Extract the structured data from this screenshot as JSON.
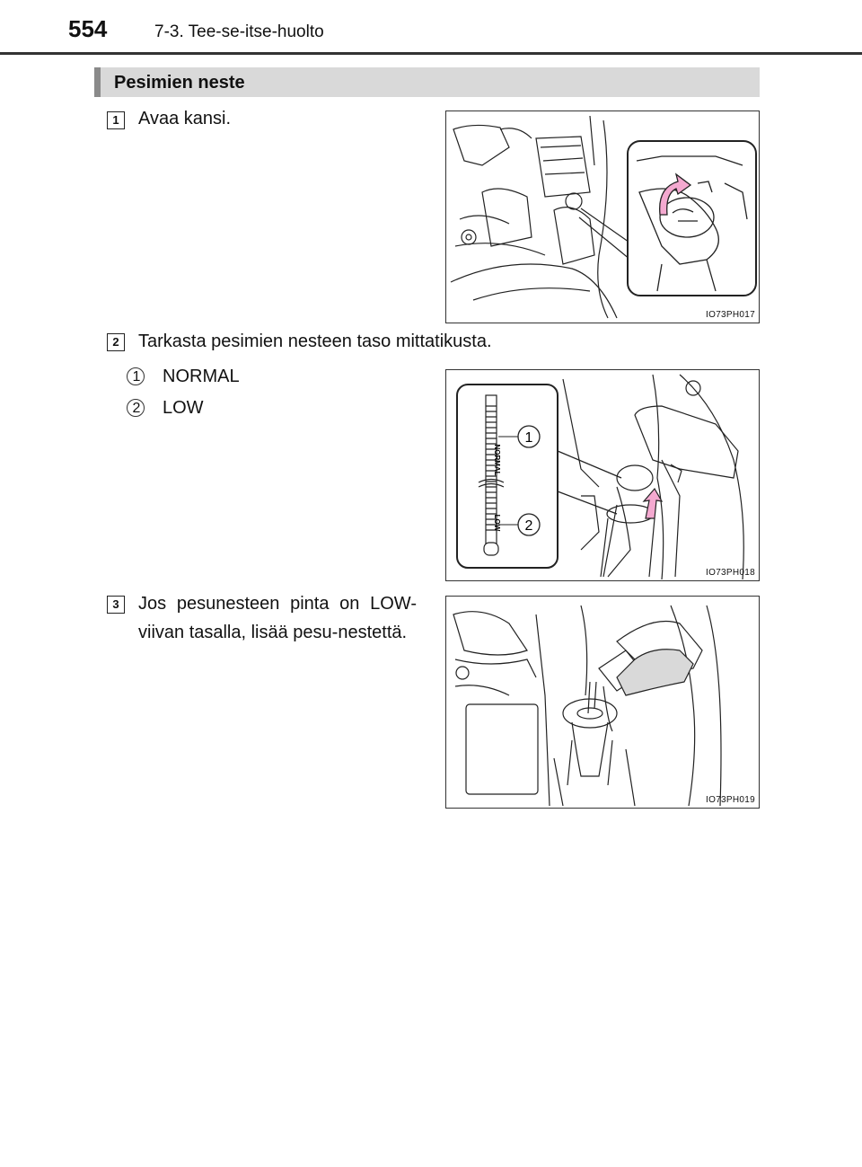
{
  "header": {
    "page_number": "554",
    "section_path": "7-3. Tee-se-itse-huolto"
  },
  "section": {
    "title": "Pesimien neste"
  },
  "steps": [
    {
      "number": "1",
      "text": "Avaa kansi.",
      "figure_code": "IO73PH017"
    },
    {
      "number": "2",
      "text": "Tarkasta pesimien nesteen taso mittatikusta.",
      "items": [
        {
          "number": "1",
          "label": "NORMAL"
        },
        {
          "number": "2",
          "label": "LOW"
        }
      ],
      "figure_code": "IO73PH018",
      "dipstick_marks": {
        "upper": "NORMAL",
        "lower": "LOW"
      },
      "callouts": [
        "1",
        "2"
      ]
    },
    {
      "number": "3",
      "text": "Jos pesunesteen pinta on LOW-viivan tasalla, lisää pesu-nestettä.",
      "figure_code": "IO73PH019"
    }
  ],
  "colors": {
    "arrow_pink": "#f4a9d0",
    "section_bar": "#d9d9d9",
    "rule": "#333333"
  }
}
